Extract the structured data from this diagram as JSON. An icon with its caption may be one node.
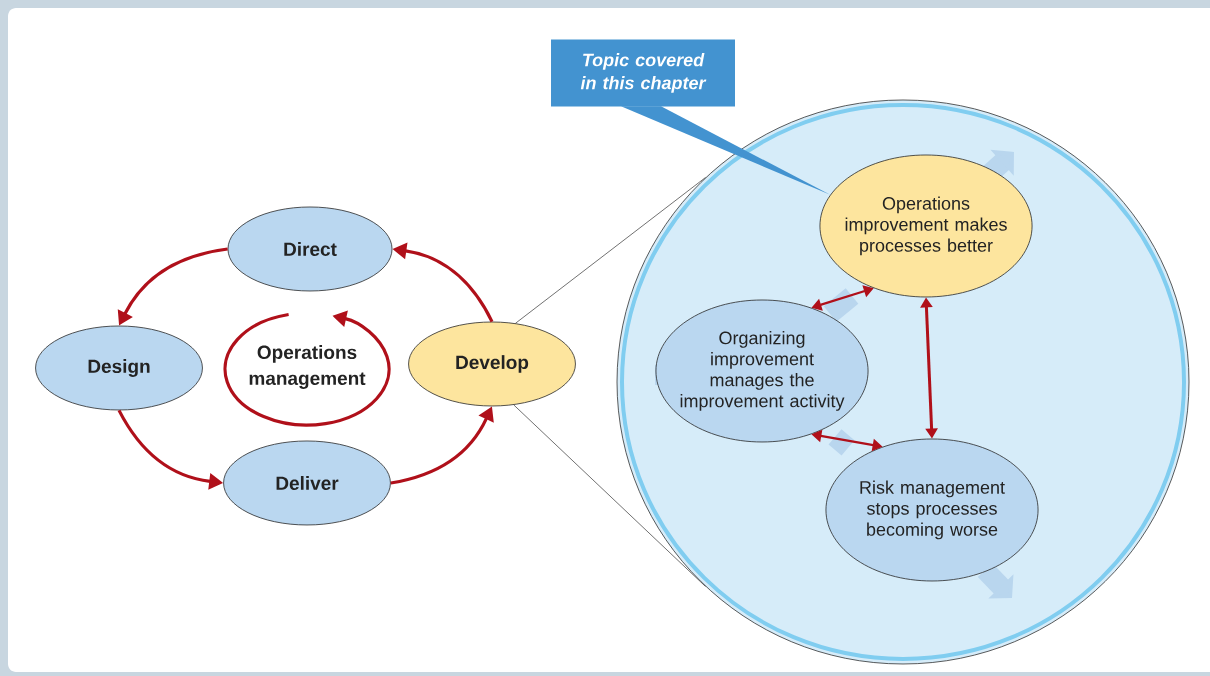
{
  "diagram": {
    "nodes": [
      {
        "text": [
          "Direct"
        ]
      },
      {
        "text": [
          "Design"
        ]
      },
      {
        "text": [
          "Deliver"
        ]
      },
      {
        "text": [
          "Develop"
        ]
      },
      {
        "text": [
          "Operations management"
        ]
      },
      {
        "text": [],
        "shape": "circle"
      },
      {
        "text": [
          "Operations improvement makes processes better"
        ],
        "in": 5
      },
      {
        "text": [
          "Organizing improvement manages the improvement activity"
        ],
        "in": 5
      },
      {
        "text": [
          "Risk management stops processes becoming worse"
        ],
        "in": 5
      },
      {
        "text": [
          "Topic covered in this chapter"
        ]
      }
    ],
    "edges": [
      {
        "from": 0,
        "to": 1,
        "arrow": "to"
      },
      {
        "from": 1,
        "to": 2,
        "arrow": "to"
      },
      {
        "from": 2,
        "to": 3,
        "arrow": "to"
      },
      {
        "from": 3,
        "to": 0,
        "arrow": "to"
      },
      {
        "from": 3,
        "to": 5,
        "arrow": "none",
        "color": "#333333"
      },
      {
        "from": 3,
        "to": 5,
        "arrow": "none",
        "color": "#333333"
      },
      {
        "from": 9,
        "to": 6,
        "arrow": "none",
        "color": "#4393d0"
      },
      {
        "from": 6,
        "to": 7,
        "arrow": "both"
      },
      {
        "from": 6,
        "to": 8,
        "arrow": "both"
      },
      {
        "from": 7,
        "to": 8,
        "arrow": "both"
      }
    ]
  }
}
